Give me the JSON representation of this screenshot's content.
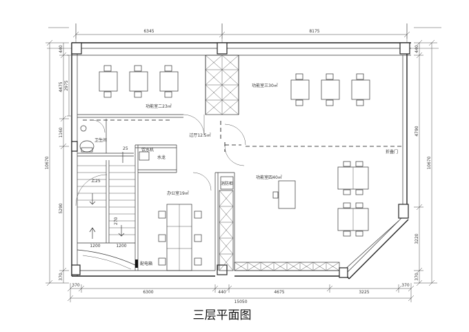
{
  "title": "三层平面图",
  "rooms": {
    "func2": "功能室二23㎡",
    "func3": "功能室三30㎡",
    "func4": "功能室四40㎡",
    "corridor": "过厅12.5㎡",
    "toilet": "卫生间",
    "office": "办公室19㎡",
    "water": "饮水机",
    "faucet": "水龙",
    "fire": "消防柜",
    "power": "配电箱",
    "fold_door": "折叠门"
  },
  "stair": {
    "up": "上25",
    "down": "25",
    "mid": "270",
    "width_left": "1200",
    "width_right": "1200"
  },
  "dimensions": {
    "top": [
      "6345",
      "8175"
    ],
    "bottom_parts": [
      "370",
      "6300",
      "440",
      "4675",
      "3225",
      "370"
    ],
    "bottom_total": "15050",
    "left_outer": "10670",
    "left_parts": [
      "440",
      "4475",
      "1160",
      "5290",
      "370"
    ],
    "left_inner": "2975",
    "right_outer": "10670",
    "right_parts": [
      "440",
      "4790",
      "3220",
      "370"
    ]
  }
}
